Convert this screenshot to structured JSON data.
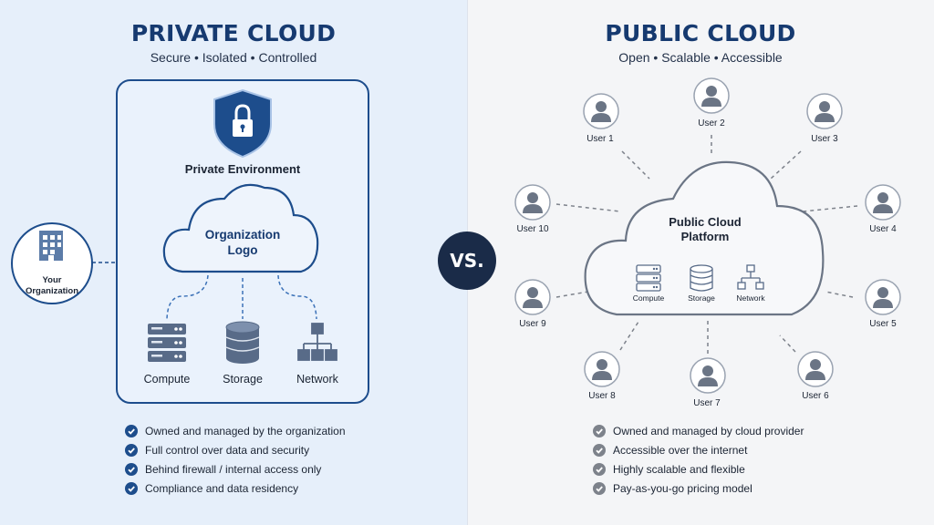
{
  "private": {
    "title": "PRIVATE CLOUD",
    "subtitle": "Secure • Isolated • Controlled",
    "environment_label": "Private Environment",
    "cloud_label_line1": "Organization",
    "cloud_label_line2": "Logo",
    "org_label_line1": "Your",
    "org_label_line2": "Organization",
    "resources": [
      "Compute",
      "Storage",
      "Network"
    ],
    "bullets": [
      "Owned and managed by the organization",
      "Full control over data and security",
      "Behind firewall / internal access only",
      "Compliance and data residency"
    ]
  },
  "vs_label": "VS.",
  "public": {
    "title": "PUBLIC CLOUD",
    "subtitle": "Open • Scalable • Accessible",
    "platform_line1": "Public Cloud",
    "platform_line2": "Platform",
    "resources": [
      "Compute",
      "Storage",
      "Network"
    ],
    "users": [
      "User 1",
      "User 2",
      "User 3",
      "User 4",
      "User 5",
      "User 6",
      "User 7",
      "User 8",
      "User 9",
      "User 10"
    ],
    "bullets": [
      "Owned and managed by cloud provider",
      "Accessible over the internet",
      "Highly scalable and flexible",
      "Pay-as-you-go pricing model"
    ]
  },
  "colors": {
    "private_accent": "#1d4d8c",
    "public_accent": "#6b7585",
    "vs_background": "#1a2b48"
  },
  "icons": {
    "shield": "shield-lock-icon",
    "building": "building-icon",
    "server": "server-icon",
    "database": "database-icon",
    "network": "network-icon",
    "user": "user-icon",
    "check": "check-icon"
  }
}
